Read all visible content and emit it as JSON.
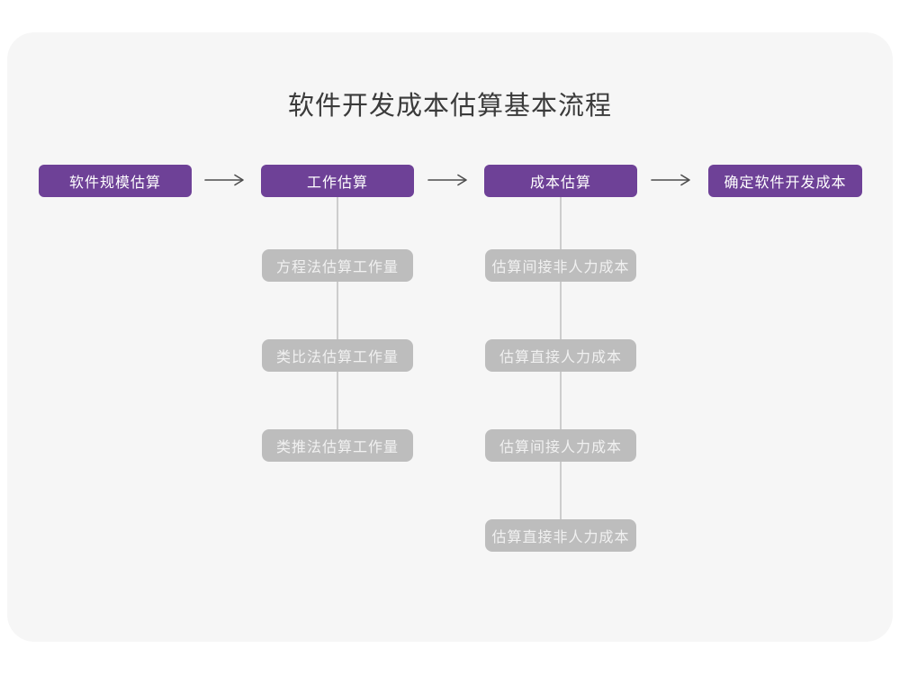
{
  "page": {
    "title": "软件开发成本估算基本流程"
  },
  "colors": {
    "page_background": "#ffffff",
    "card_background": "#f6f6f6",
    "primary_node_background": "#6e4197",
    "primary_node_text": "#ffffff",
    "secondary_node_background": "#bdbdbd",
    "secondary_node_text": "#f1f1f1",
    "arrow": "#4d4d4d",
    "connector_line": "#cdcdcd",
    "title_text": "#3b3b3b"
  },
  "flow": {
    "main_steps": [
      {
        "label": "软件规模估算",
        "substeps": []
      },
      {
        "label": "工作估算",
        "substeps": [
          "方程法估算工作量",
          "类比法估算工作量",
          "类推法估算工作量"
        ]
      },
      {
        "label": "成本估算",
        "substeps": [
          "估算间接非人力成本",
          "估算直接人力成本",
          "估算间接人力成本",
          "估算直接非人力成本"
        ]
      },
      {
        "label": "确定软件开发成本",
        "substeps": []
      }
    ],
    "arrow_glyph": "→"
  }
}
